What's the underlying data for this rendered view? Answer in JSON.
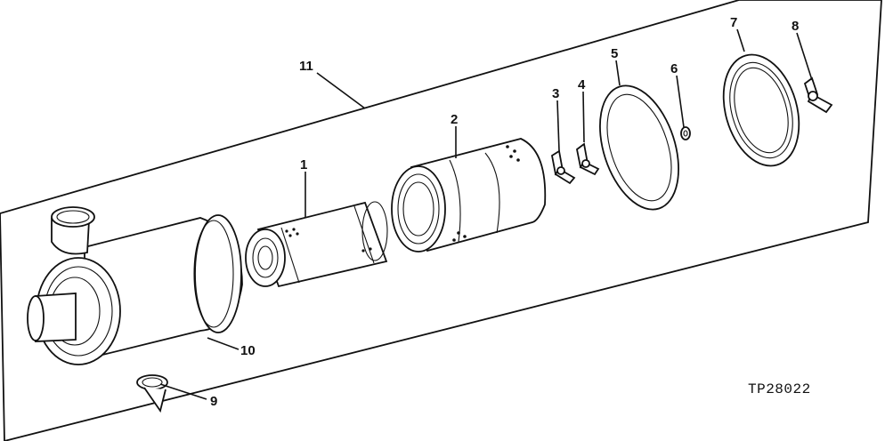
{
  "drawing_code": "TP28022",
  "callouts": {
    "c1": "1",
    "c2": "2",
    "c3": "3",
    "c4": "4",
    "c5": "5",
    "c6": "6",
    "c7": "7",
    "c8": "8",
    "c9": "9",
    "c10": "10",
    "c11": "11"
  }
}
